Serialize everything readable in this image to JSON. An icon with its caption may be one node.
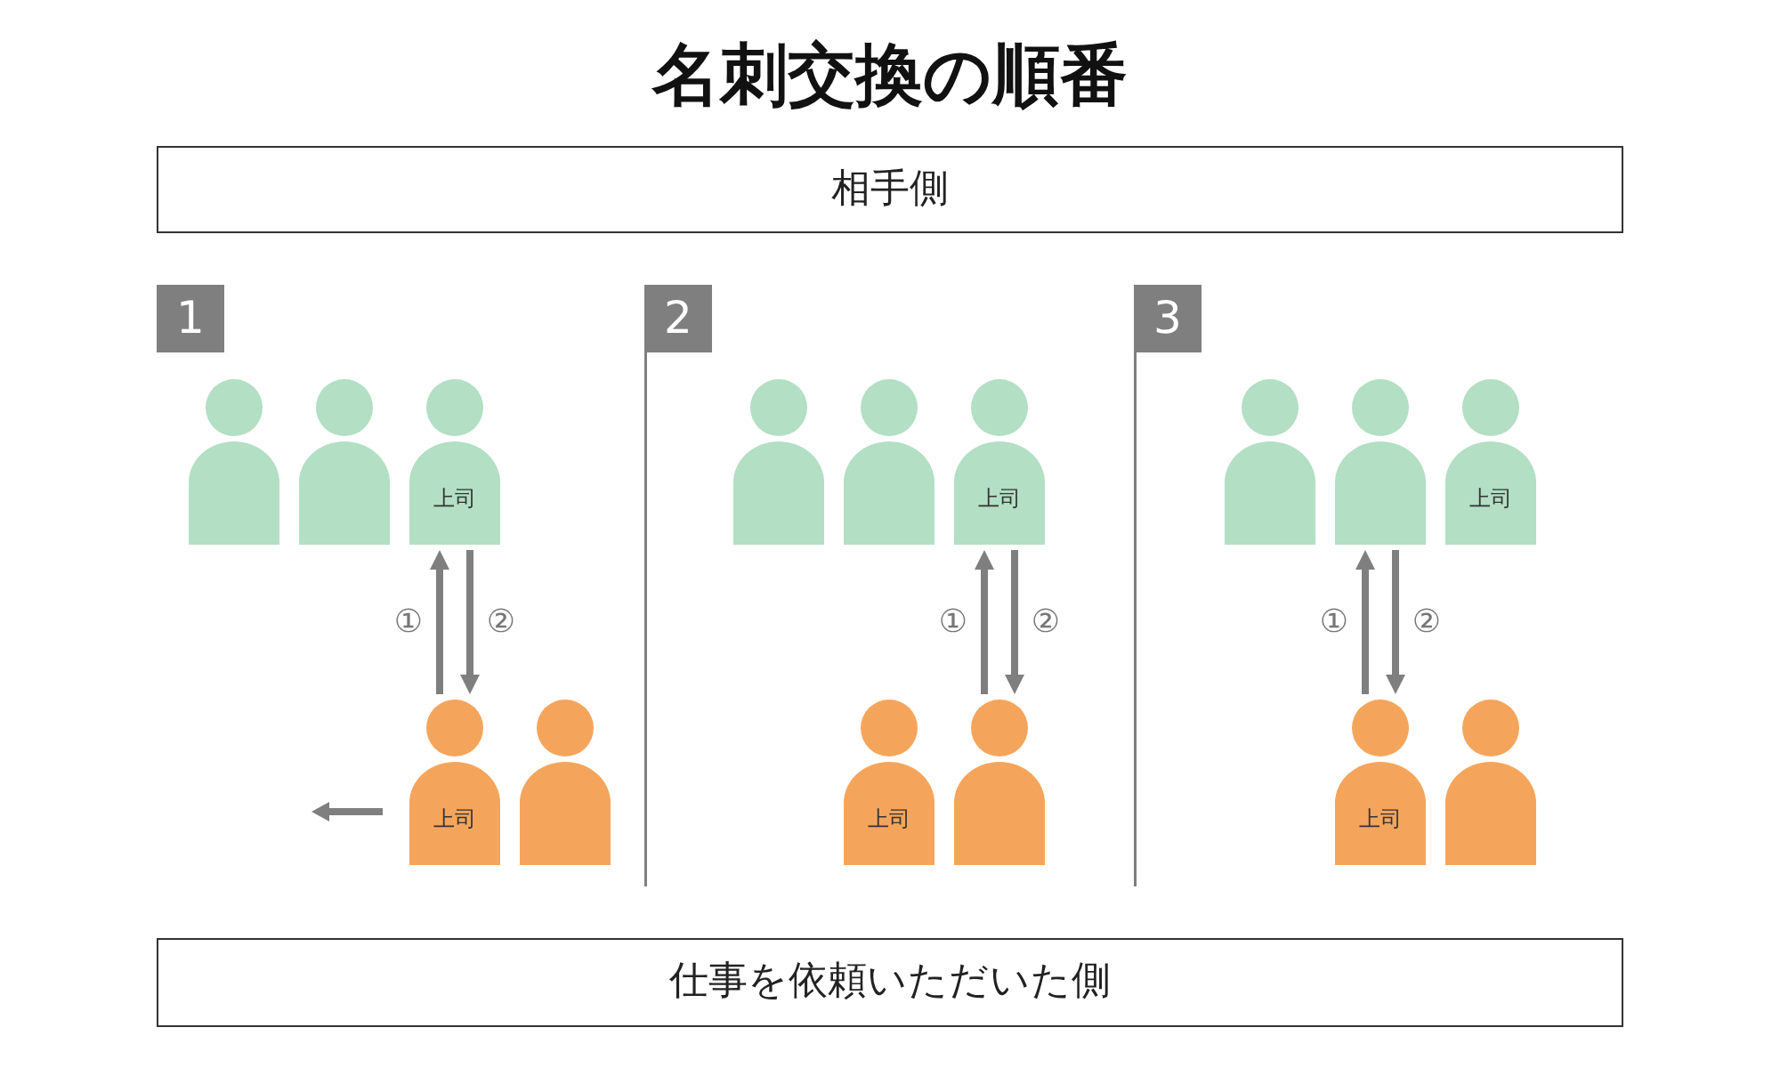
{
  "diagram": {
    "title": "名刺交換の順番",
    "nodes": [
      {
        "text": [
          "相手側"
        ]
      },
      {
        "text": [
          "1"
        ]
      },
      {
        "text": [],
        "shape": "person"
      },
      {
        "text": [],
        "shape": "person"
      },
      {
        "text": [
          "上司"
        ]
      },
      {
        "text": [
          "上司"
        ]
      },
      {
        "text": [],
        "shape": "person"
      },
      {
        "text": [
          "2"
        ]
      },
      {
        "text": [],
        "shape": "person"
      },
      {
        "text": [],
        "shape": "person"
      },
      {
        "text": [
          "上司"
        ]
      },
      {
        "text": [
          "上司"
        ]
      },
      {
        "text": [],
        "shape": "person"
      },
      {
        "text": [
          "3"
        ]
      },
      {
        "text": [],
        "shape": "person"
      },
      {
        "text": [],
        "shape": "person"
      },
      {
        "text": [
          "上司"
        ]
      },
      {
        "text": [
          "上司"
        ]
      },
      {
        "text": [],
        "shape": "person"
      },
      {
        "text": [
          "仕事を依頼いただいた側"
        ]
      }
    ],
    "edges": [
      {
        "from": 5,
        "to": 4,
        "arrow": "to",
        "label": "①"
      },
      {
        "from": 4,
        "to": 5,
        "arrow": "to",
        "label": "②"
      },
      {
        "from": 12,
        "to": 10,
        "arrow": "to",
        "label": "①"
      },
      {
        "from": 10,
        "to": 12,
        "arrow": "to",
        "label": "②"
      },
      {
        "from": 17,
        "to": 15,
        "arrow": "to",
        "label": "①"
      },
      {
        "from": 15,
        "to": 17,
        "arrow": "to",
        "label": "②"
      }
    ]
  }
}
